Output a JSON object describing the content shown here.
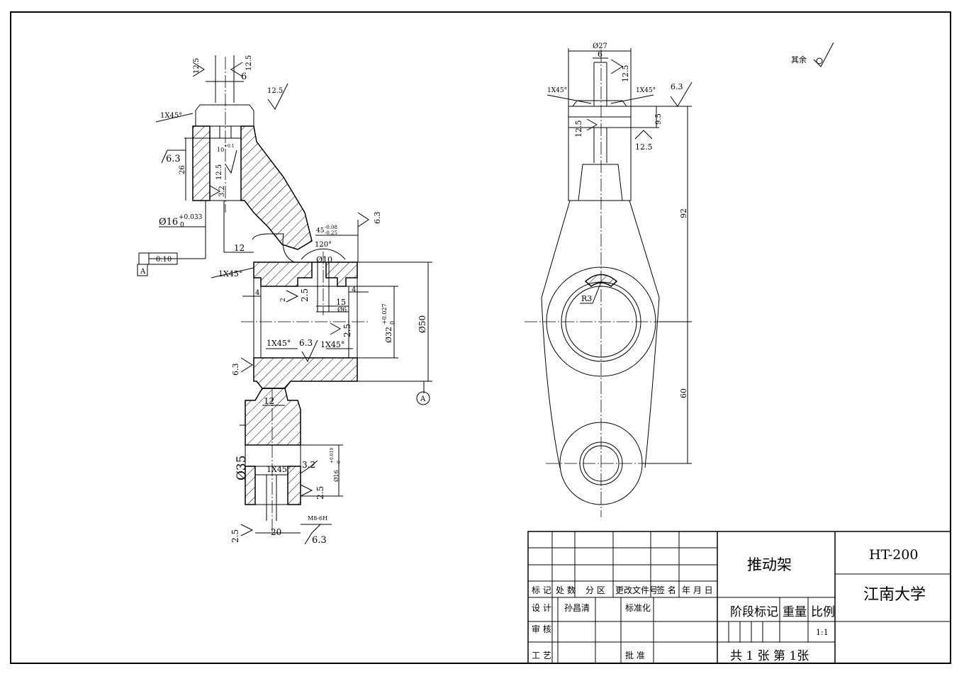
{
  "drawing": {
    "left_view": {
      "dims": {
        "d_12_5_left_top": "12.5",
        "d_12_5_right_top": "12.5",
        "d_6_top": "6",
        "d_12_5_top_right": "12.5",
        "d_chamfer_top": "1X45°",
        "d_6_3_left": "6.3",
        "d_26": "26",
        "d_10_fit": "10",
        "d_10_tol": "+0.1",
        "d_12_5_bore": "12.5",
        "d_3_2_bore": "3.2",
        "d_phi16": "Ø16",
        "d_phi16_tol_up": "+0.033",
        "d_phi16_tol_lo": "0",
        "d_12_mid": "12",
        "d_chamfer_mid": "1X45°",
        "d_45": "45",
        "d_45_tol_up": "-0.08",
        "d_45_tol_lo": "-0.25",
        "d_6_3_top_hub": "6.3",
        "d_120": "120°",
        "d_phi10": "Ø10",
        "d_4_left": "4",
        "d_2_5_hub_a": "2.5",
        "d_2": "2",
        "d_4_right": "4",
        "d_15": "15",
        "d_phi6": "Ø6",
        "d_2_5_hub_b": "2.5",
        "d_phi32": "Ø32",
        "d_phi32_tol_up": "+0.027",
        "d_phi32_tol_lo": "0",
        "d_phi50": "Ø50",
        "d_chamfer_bore_l": "1X45°",
        "d_6_3_bore": "6.3",
        "d_chamfer_bore_r": "1X45°",
        "d_6_3_hub_left": "6.3",
        "d_12_low": "12",
        "d_phi35": "Ø35",
        "d_chamfer_low": "1X45°",
        "d_3_2_low": "3.2",
        "d_phi16_low": "Ø16",
        "d_phi16_low_tol_up": "+0.019",
        "d_phi16_low_tol_lo": "0",
        "d_2_5_low_r": "2.5",
        "d_2_5_low_l": "2.5",
        "d_20": "20",
        "d_m8": "M8-6H",
        "d_6_3_low": "6.3"
      },
      "gdt": {
        "tolerance": "0.10",
        "datum": "A"
      },
      "datum_label": "A"
    },
    "right_view": {
      "dims": {
        "d_phi27": "Ø27",
        "d_6": "6",
        "d_12_5_top": "12.5",
        "d_chamfer_l": "1X45°",
        "d_chamfer_r": "1X45°",
        "d_6_3": "6.3",
        "d_9_5": "9.5",
        "d_12_5_left": "12.5",
        "d_12_5_right": "12.5",
        "d_92": "92",
        "d_60": "60",
        "d_r3": "R3"
      }
    },
    "general_finish": {
      "label": "其余"
    }
  },
  "title_block": {
    "part_name": "推动架",
    "material": "HT-200",
    "school": "江南大学",
    "row_headers": {
      "biaoji": "标 记",
      "chushu": "处 数",
      "fenqu": "分 区",
      "gengai": "更改文件号",
      "qianming": "签 名",
      "nianyueri": "年 月 日"
    },
    "labels": {
      "sheji": "设 计",
      "designer": "孙昌清",
      "biaozhunhua": "标准化",
      "shenhe": "审 核",
      "gongyi": "工 艺",
      "pizhun": "批 准",
      "jieduan": "阶段标记",
      "zhongliang": "重量",
      "bili": "比例",
      "scale": "1:1",
      "sheets": "共 1 张 第 1张"
    }
  }
}
